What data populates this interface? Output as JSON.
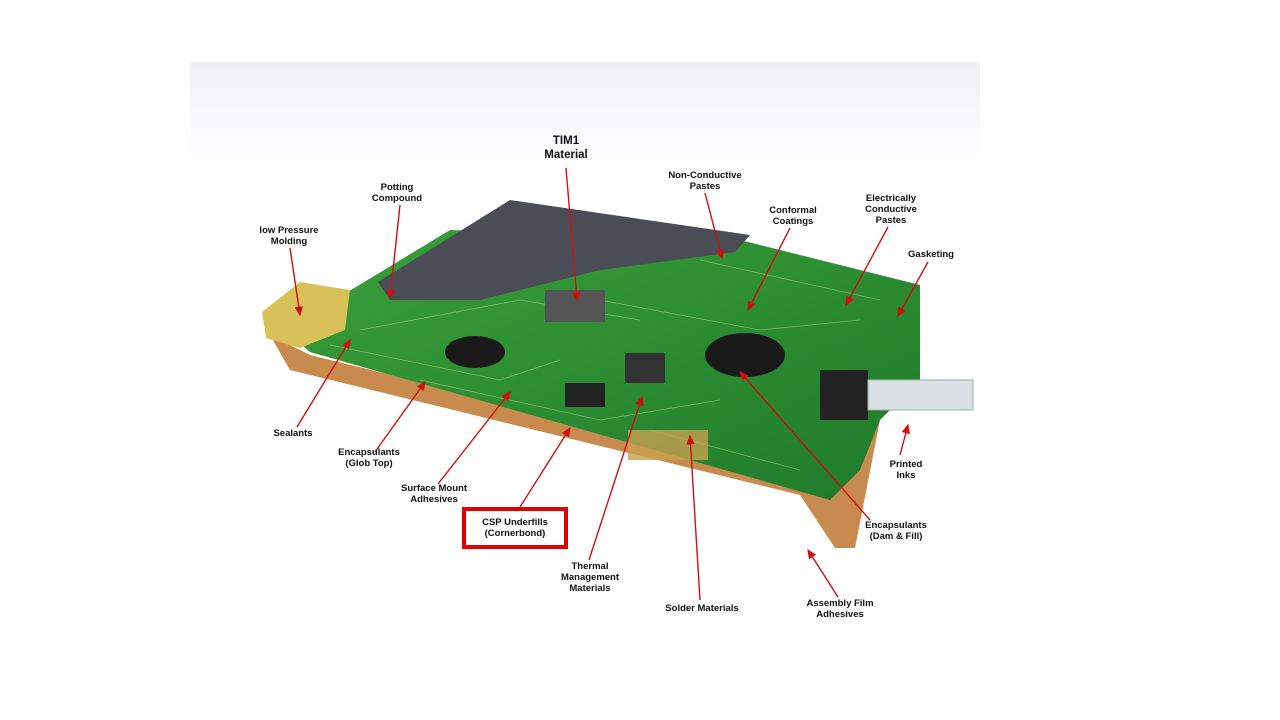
{
  "diagram": {
    "highlight_color": "#e00000",
    "arrow_color": "#d01010",
    "board_color": "#2f8f2f",
    "labels": [
      {
        "id": "tim1",
        "lines": [
          "TIM1",
          "Material"
        ]
      },
      {
        "id": "potting",
        "lines": [
          "Potting",
          "Compound"
        ]
      },
      {
        "id": "lowpressure",
        "lines": [
          "low Pressure",
          "Molding"
        ]
      },
      {
        "id": "nonconduct",
        "lines": [
          "Non-Conductive",
          "Pastes"
        ]
      },
      {
        "id": "conformal",
        "lines": [
          "Conformal",
          "Coatings"
        ]
      },
      {
        "id": "elecpaste",
        "lines": [
          "Electrically",
          "Conductive",
          "Pastes"
        ]
      },
      {
        "id": "gasketing",
        "lines": [
          "Gasketing"
        ]
      },
      {
        "id": "sealants",
        "lines": [
          "Sealants"
        ]
      },
      {
        "id": "globtop",
        "lines": [
          "Encapsulants",
          "(Glob Top)"
        ]
      },
      {
        "id": "sma",
        "lines": [
          "Surface Mount",
          "Adhesives"
        ]
      },
      {
        "id": "csp",
        "lines": [
          "CSP Underfills",
          "(Cornerbond)"
        ]
      },
      {
        "id": "thermal",
        "lines": [
          "Thermal",
          "Management",
          "Materials"
        ]
      },
      {
        "id": "solder",
        "lines": [
          "Solder Materials"
        ]
      },
      {
        "id": "assembly",
        "lines": [
          "Assembly Film",
          "Adhesives"
        ]
      },
      {
        "id": "damfill",
        "lines": [
          "Encapsulants",
          "(Dam & Fill)"
        ]
      },
      {
        "id": "printed",
        "lines": [
          "Printed",
          "Inks"
        ]
      }
    ]
  }
}
